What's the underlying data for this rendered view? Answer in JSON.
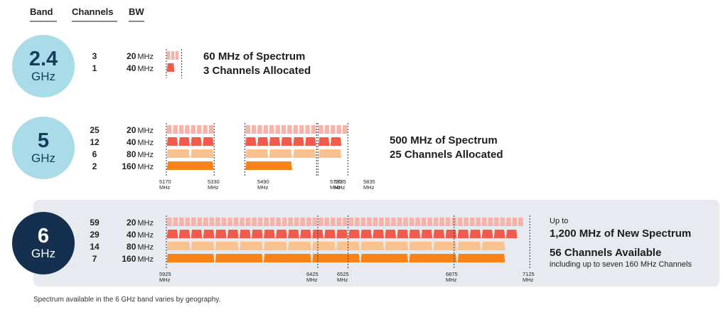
{
  "headers": {
    "band": "Band",
    "channels": "Channels",
    "bw": "BW"
  },
  "unit_label": "MHz",
  "bands": [
    {
      "name_top": "2.4",
      "name_bottom": "GHz",
      "circle_color": "#a9dbe9",
      "text_color": "#163c5c",
      "rows": [
        {
          "channels": "3",
          "bw": "20",
          "type": "20"
        },
        {
          "channels": "1",
          "bw": "40",
          "type": "40"
        }
      ],
      "info_lines": [
        "60 MHz of Spectrum",
        "3 Channels Allocated"
      ],
      "segments": [
        {
          "start": 2401,
          "end": 2473,
          "c20": 3,
          "c40": 1,
          "c80": 0,
          "c160": 0
        }
      ],
      "ticks": []
    },
    {
      "name_top": "5",
      "name_bottom": "GHz",
      "circle_color": "#a9dbe9",
      "text_color": "#163c5c",
      "rows": [
        {
          "channels": "25",
          "bw": "20",
          "type": "20"
        },
        {
          "channels": "12",
          "bw": "40",
          "type": "40"
        },
        {
          "channels": "6",
          "bw": "80",
          "type": "80"
        },
        {
          "channels": "2",
          "bw": "160",
          "type": "160"
        }
      ],
      "info_lines": [
        "500 MHz of Spectrum",
        "25 Channels Allocated"
      ],
      "segments": [
        {
          "start": 5170,
          "end": 5330,
          "c20": 8,
          "c40": 4,
          "c80": 2,
          "c160": 1
        },
        {
          "start": 5490,
          "end": 5730,
          "c20": 12,
          "c40": 6,
          "c80": 3,
          "c160": 1
        },
        {
          "start": 5735,
          "end": 5835,
          "c20": 5,
          "c40": 2,
          "c80": 1,
          "c160": 0
        }
      ],
      "ticks": [
        "5170",
        "5330",
        "5490",
        "5730",
        "5735",
        "5835"
      ]
    },
    {
      "name_top": "6",
      "name_bottom": "GHz",
      "circle_color": "#15304f",
      "text_color": "#ffffff",
      "rows": [
        {
          "channels": "59",
          "bw": "20",
          "type": "20"
        },
        {
          "channels": "29",
          "bw": "40",
          "type": "40"
        },
        {
          "channels": "14",
          "bw": "80",
          "type": "80"
        },
        {
          "channels": "7",
          "bw": "160",
          "type": "160"
        }
      ],
      "info_pre": "Up to",
      "info_lines": [
        "1,200 MHz of New Spectrum",
        "56 Channels Available"
      ],
      "info_sub": "including up to seven 160 MHz Channels",
      "segments": [
        {
          "start": 5925,
          "end": 7125,
          "c20": 59,
          "c40": 29,
          "c80": 14,
          "c160": 7
        }
      ],
      "ticks": [
        "5925",
        "6425",
        "6525",
        "6875",
        "7125"
      ]
    }
  ],
  "colors": {
    "c20": "#f7b3a9",
    "c40": "#f25b4c",
    "c80": "#fac28e",
    "c160": "#f98318"
  },
  "footnote": "Spectrum available in the 6 GHz band varies by geography."
}
